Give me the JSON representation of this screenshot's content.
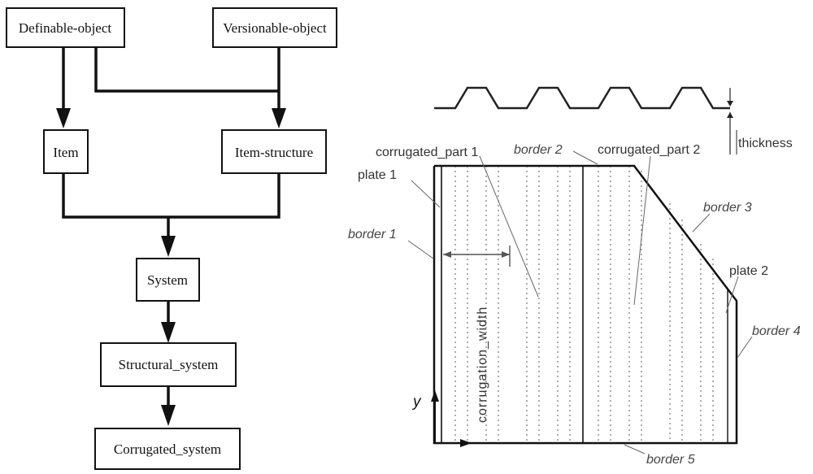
{
  "hierarchy": {
    "boxes": {
      "definable_object": "Definable-object",
      "versionable_object": "Versionable-object",
      "item": "Item",
      "item_structure": "Item-structure",
      "system": "System",
      "structural_system": "Structural_system",
      "corrugated_system": "Corrugated_system"
    }
  },
  "plate_drawing": {
    "labels": {
      "thickness": "thickness",
      "corrugated_part_1": "corrugated_part 1",
      "border_2": "border 2",
      "corrugated_part_2": "corrugated_part 2",
      "plate_1": "plate 1",
      "border_1": "border 1",
      "border_3": "border 3",
      "plate_2": "plate 2",
      "border_4": "border 4",
      "corrugation_width": "corrugation_width",
      "y_axis": "y",
      "border_5": "border 5"
    }
  }
}
